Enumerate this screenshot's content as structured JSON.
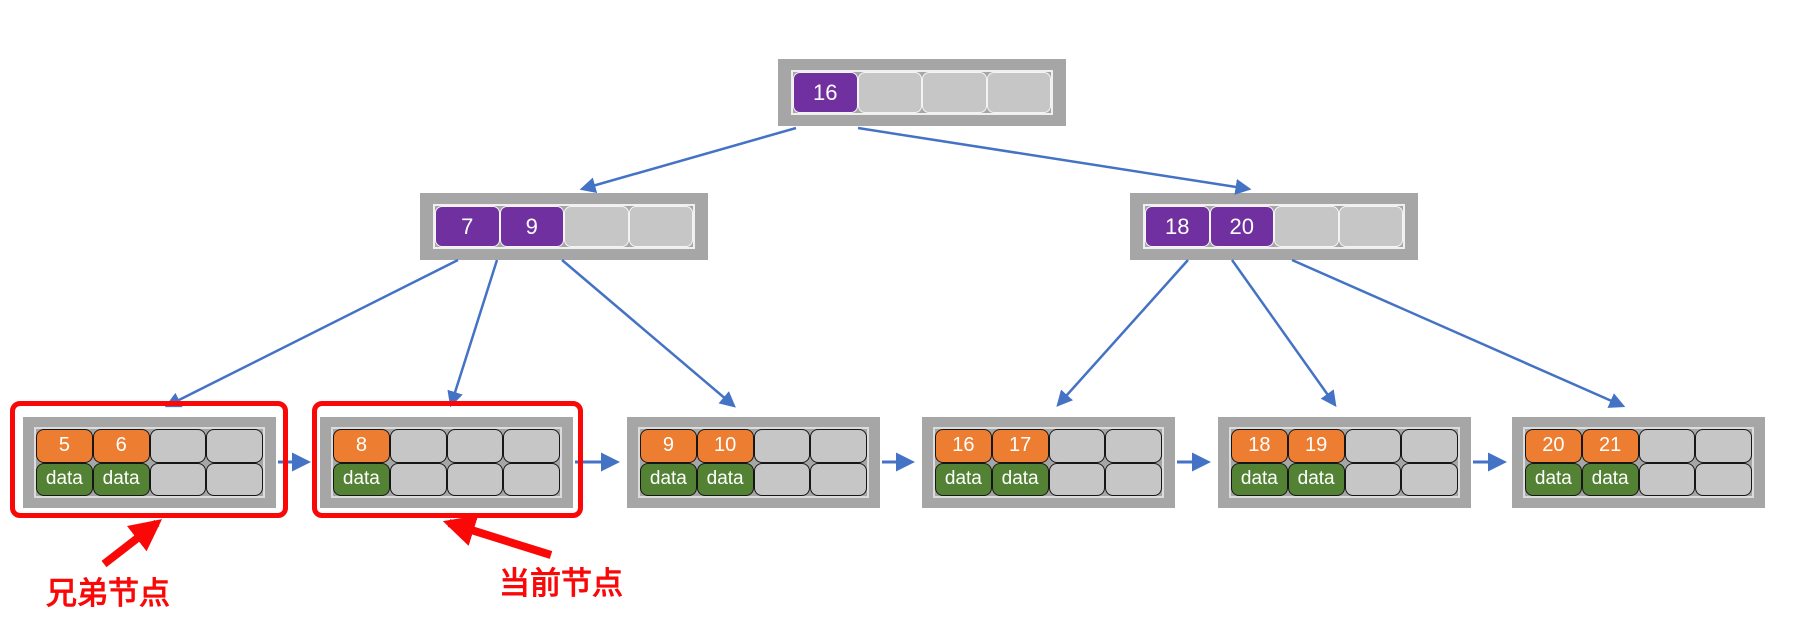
{
  "palette": {
    "blue": "#4472C4",
    "purple": "#7030A0",
    "orange": "#ED7D31",
    "green": "#548235",
    "red": "#FA0707",
    "node-gray": "#A6A6A6",
    "cell-gray": "#C6C6C6"
  },
  "root": {
    "keys": [
      "16",
      "",
      "",
      ""
    ]
  },
  "internals": [
    {
      "keys": [
        "7",
        "9",
        "",
        ""
      ]
    },
    {
      "keys": [
        "18",
        "20",
        "",
        ""
      ]
    }
  ],
  "leaves": [
    {
      "keys": [
        "5",
        "6",
        "",
        ""
      ],
      "data": [
        "data",
        "data",
        "",
        ""
      ]
    },
    {
      "keys": [
        "8",
        "",
        "",
        ""
      ],
      "data": [
        "data",
        "",
        "",
        ""
      ]
    },
    {
      "keys": [
        "9",
        "10",
        "",
        ""
      ],
      "data": [
        "data",
        "data",
        "",
        ""
      ]
    },
    {
      "keys": [
        "16",
        "17",
        "",
        ""
      ],
      "data": [
        "data",
        "data",
        "",
        ""
      ]
    },
    {
      "keys": [
        "18",
        "19",
        "",
        ""
      ],
      "data": [
        "data",
        "data",
        "",
        ""
      ]
    },
    {
      "keys": [
        "20",
        "21",
        "",
        ""
      ],
      "data": [
        "data",
        "data",
        "",
        ""
      ]
    }
  ],
  "annotations": {
    "sibling_label": "兄弟节点",
    "current_label": "当前节点"
  }
}
